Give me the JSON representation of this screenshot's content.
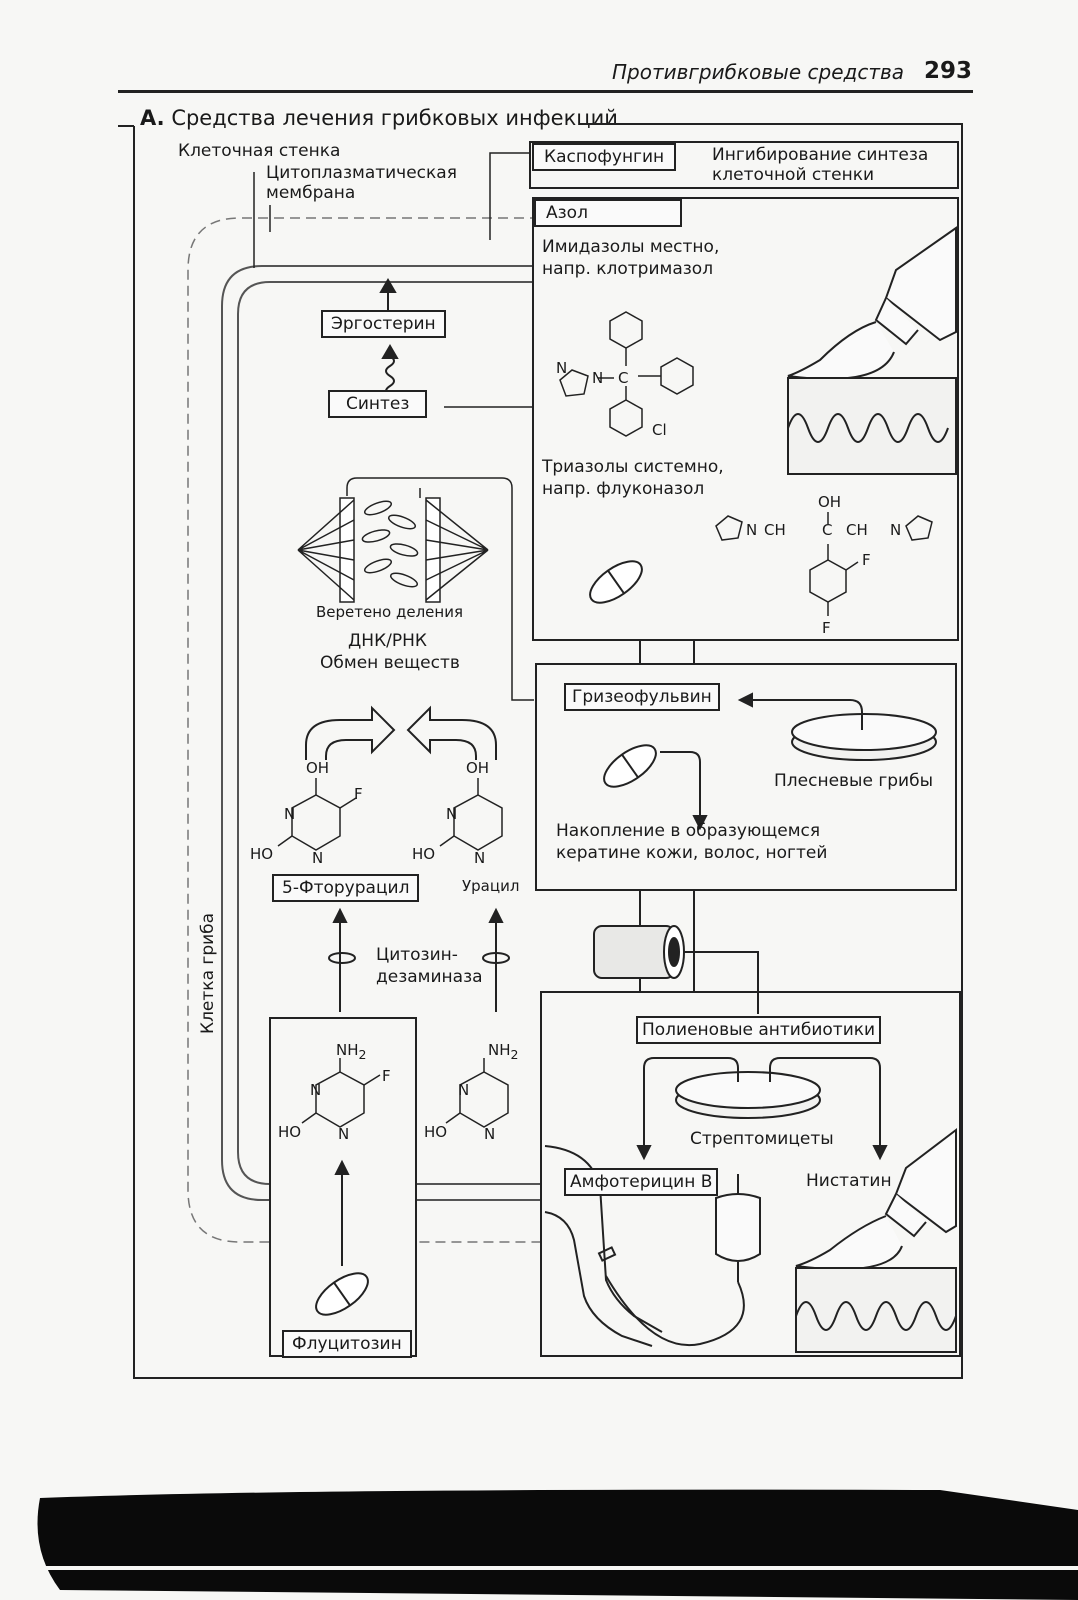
{
  "header": {
    "title": "Противгрибковые средства",
    "page_number": "293"
  },
  "section": {
    "letter": "A.",
    "title": "Средства лечения грибковых инфекций"
  },
  "cell": {
    "wall_label": "Клеточная стенка",
    "membrane_label_line1": "Цитоплазматическая",
    "membrane_label_line2": "мембрана",
    "cell_label": "Клетка гриба",
    "ergosterol": "Эргостерин",
    "synthesis": "Синтез",
    "spindle": "Веретено деления",
    "dna_line1": "ДНК/РНК",
    "dna_line2": "Обмен веществ",
    "fluorouracil": "5-Фторурацил",
    "uracil": "Урацил",
    "deaminase_line1": "Цитозин-",
    "deaminase_line2": "дезаминаза",
    "flucytosine": "Флуцитозин"
  },
  "caspofungin": {
    "name": "Каспофунгин",
    "action_line1": "Ингибирование синтеза",
    "action_line2": "клеточной стенки"
  },
  "azole": {
    "name": "Азол",
    "imidazole_line1": "Имидазолы местно,",
    "imidazole_line2": "напр. клотримазол",
    "triazole_line1": "Триазолы системно,",
    "triazole_line2": "напр. флуконазол"
  },
  "griseofulvin": {
    "name": "Гризеофульвин",
    "source": "Плесневые грибы",
    "note_line1": "Накопление в образующемся",
    "note_line2": "кератине кожи, волос, ногтей"
  },
  "polyene": {
    "name": "Полиеновые антибиотики",
    "source": "Стрептомицеты",
    "amphotericin": "Амфотерицин В",
    "nystatin": "Нистатин"
  },
  "chem": {
    "OH": "OH",
    "HO": "HO",
    "N": "N",
    "F": "F",
    "Cl": "Cl",
    "NH2": "NH",
    "sub2": "2",
    "CH2": "CH",
    "C": "C"
  }
}
